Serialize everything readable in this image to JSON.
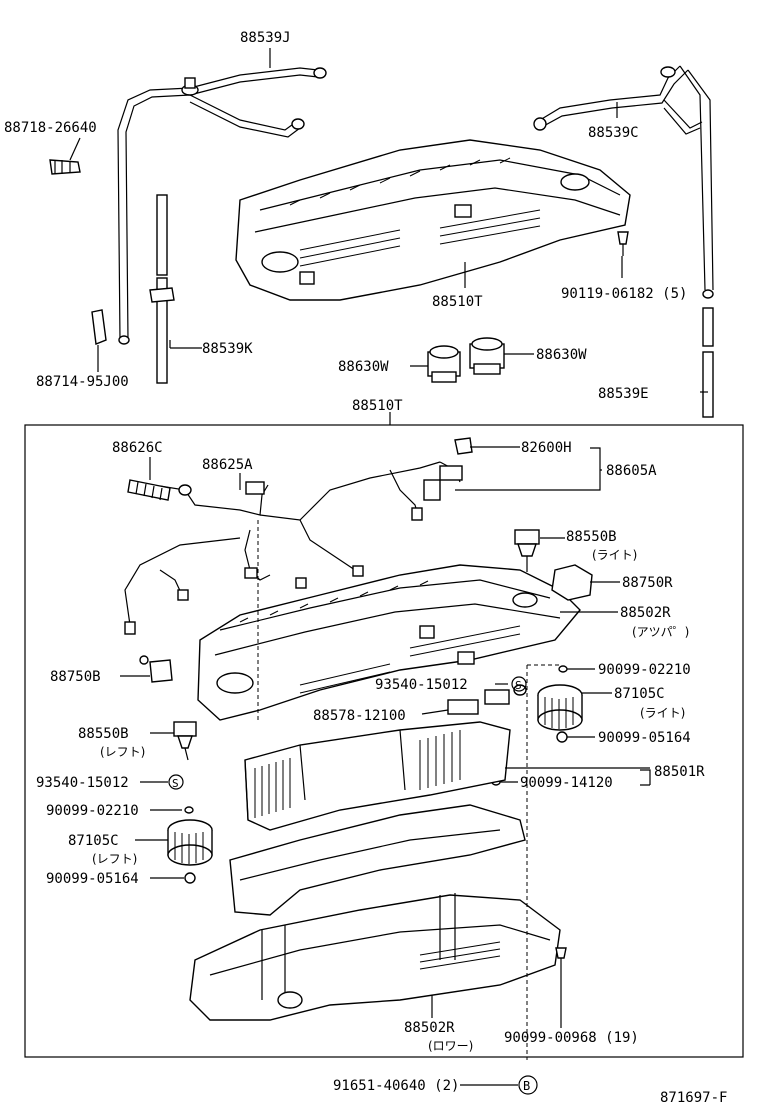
{
  "diagram": {
    "ref_number": "871697-F",
    "callouts": [
      {
        "id": "c1",
        "text": "88539J"
      },
      {
        "id": "c2",
        "text": "88718-26640"
      },
      {
        "id": "c3",
        "text": "88539C"
      },
      {
        "id": "c4",
        "text": "90119-06182 (5)"
      },
      {
        "id": "c5",
        "text": "88510T"
      },
      {
        "id": "c6",
        "text": "88539K"
      },
      {
        "id": "c7",
        "text": "88630W"
      },
      {
        "id": "c8",
        "text": "88630W"
      },
      {
        "id": "c9",
        "text": "88714-95J00"
      },
      {
        "id": "c10",
        "text": "88539E"
      },
      {
        "id": "c11",
        "text": "88510T"
      },
      {
        "id": "c12",
        "text": "88626C"
      },
      {
        "id": "c13",
        "text": "88625A"
      },
      {
        "id": "c14",
        "text": "82600H"
      },
      {
        "id": "c15",
        "text": "88605A"
      },
      {
        "id": "c16",
        "text": "88550B"
      },
      {
        "id": "c17",
        "text": "88750R"
      },
      {
        "id": "c18",
        "text": "88502R"
      },
      {
        "id": "c19",
        "text": "90099-02210"
      },
      {
        "id": "c20",
        "text": "88750B"
      },
      {
        "id": "c21",
        "text": "93540-15012"
      },
      {
        "id": "c22",
        "text": "87105C"
      },
      {
        "id": "c23",
        "text": "88578-12100"
      },
      {
        "id": "c24",
        "text": "88550B"
      },
      {
        "id": "c25",
        "text": "90099-05164"
      },
      {
        "id": "c26",
        "text": "88501R"
      },
      {
        "id": "c27",
        "text": "93540-15012"
      },
      {
        "id": "c28",
        "text": "90099-14120"
      },
      {
        "id": "c29",
        "text": "90099-02210"
      },
      {
        "id": "c30",
        "text": "87105C"
      },
      {
        "id": "c31",
        "text": "90099-05164"
      },
      {
        "id": "c32",
        "text": "88502R"
      },
      {
        "id": "c33",
        "text": "90099-00968 (19)"
      },
      {
        "id": "c34",
        "text": "91651-40640 (2)"
      }
    ],
    "sub_labels": [
      {
        "id": "s1",
        "text": "(ライト)"
      },
      {
        "id": "s2",
        "text": "(アツパ゜)"
      },
      {
        "id": "s3",
        "text": "(ライト)"
      },
      {
        "id": "s4",
        "text": "(レフト)"
      },
      {
        "id": "s5",
        "text": "(レフト)"
      },
      {
        "id": "s6",
        "text": "(ロワー)"
      }
    ],
    "symbols": [
      {
        "id": "sym1",
        "text": "S"
      },
      {
        "id": "sym2",
        "text": "S"
      },
      {
        "id": "sym3",
        "text": "B"
      }
    ]
  }
}
